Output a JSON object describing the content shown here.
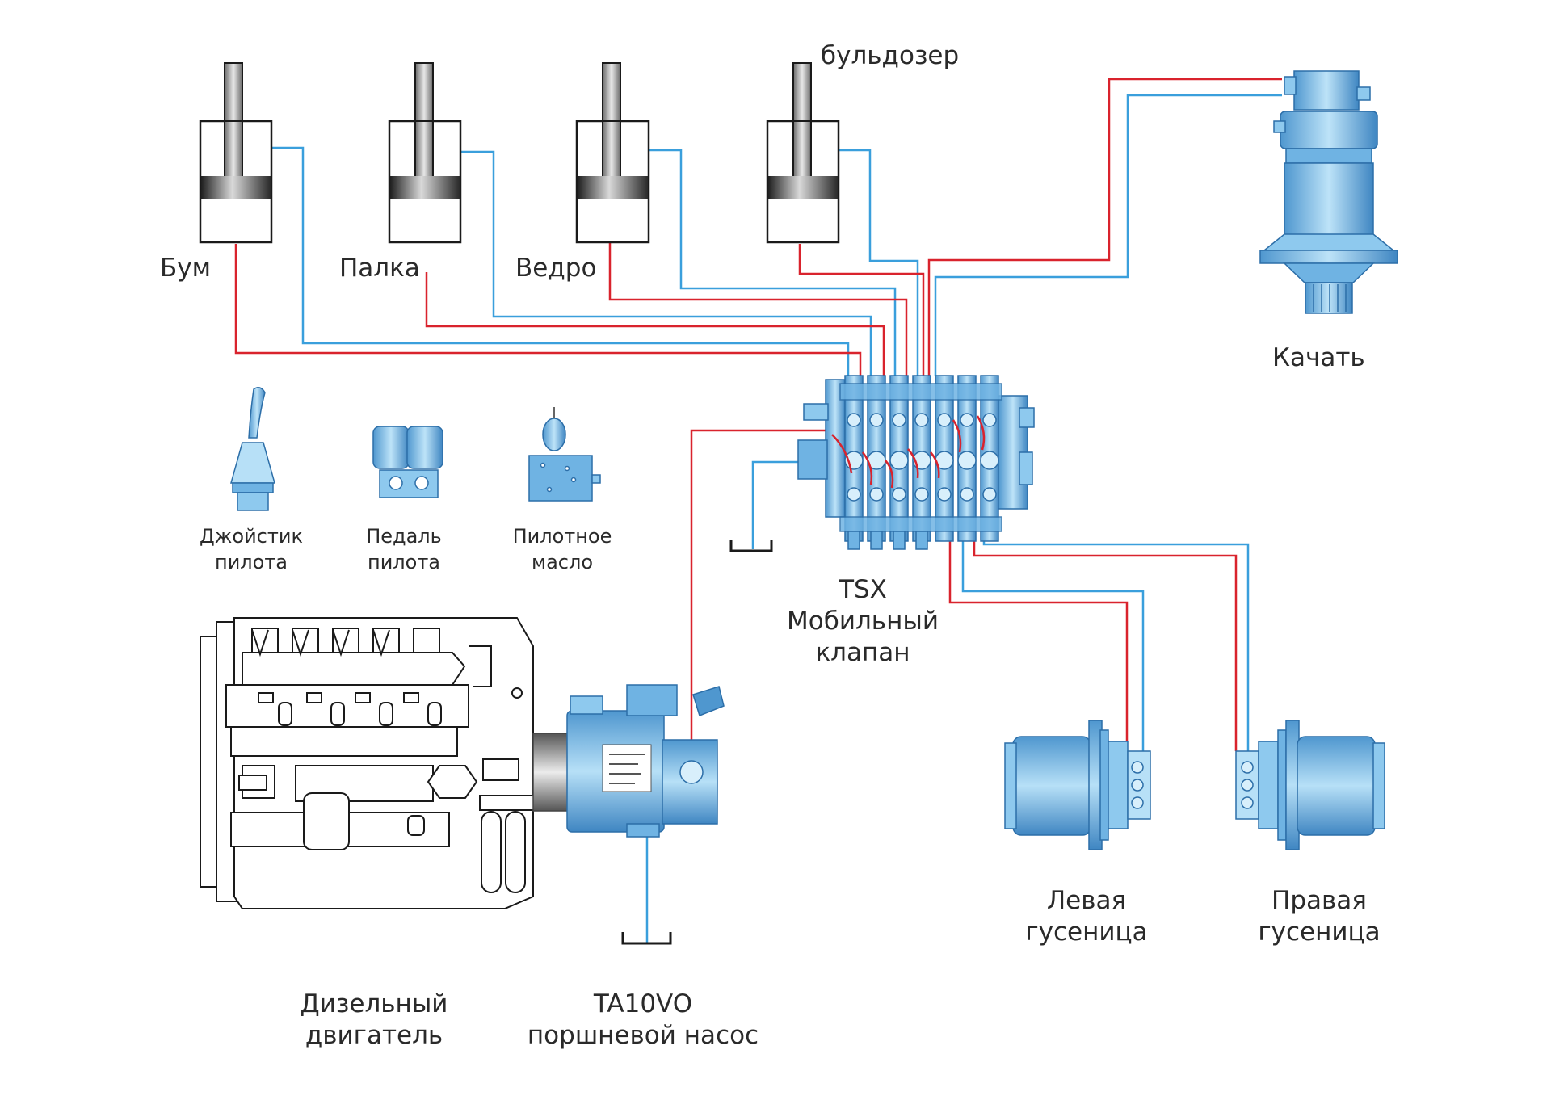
{
  "labels": {
    "bulldozer": "бульдозер",
    "boom": "Бум",
    "stick": "Палка",
    "bucket": "Ведро",
    "swing": "Качать",
    "joystick": [
      "Джойстик",
      "пилота"
    ],
    "pedal": [
      "Педаль",
      "пилота"
    ],
    "pilot_oil": [
      "Пилотное",
      "масло"
    ],
    "valve": [
      "TSX",
      "Мобильный",
      "клапан"
    ],
    "engine": [
      "Дизельный",
      "двигатель"
    ],
    "pump": [
      "TA10VO",
      "поршневой насос"
    ],
    "left_track": [
      "Левая",
      "гусеница"
    ],
    "right_track": [
      "Правая",
      "гусеница"
    ]
  },
  "colors": {
    "pressure_line": "#d9232d",
    "return_line": "#3a9fdc",
    "component_fill": "#8ec9ee",
    "component_dark": "#2c6ea8",
    "outline": "#1a1a1a"
  },
  "icons": {
    "cylinder": "hydraulic-cylinder-icon",
    "swing_motor": "swing-motor-icon",
    "valve": "control-valve-icon",
    "engine": "diesel-engine-icon",
    "pump": "piston-pump-icon",
    "track_motor": "track-motor-icon",
    "tank": "tank-symbol-icon"
  }
}
